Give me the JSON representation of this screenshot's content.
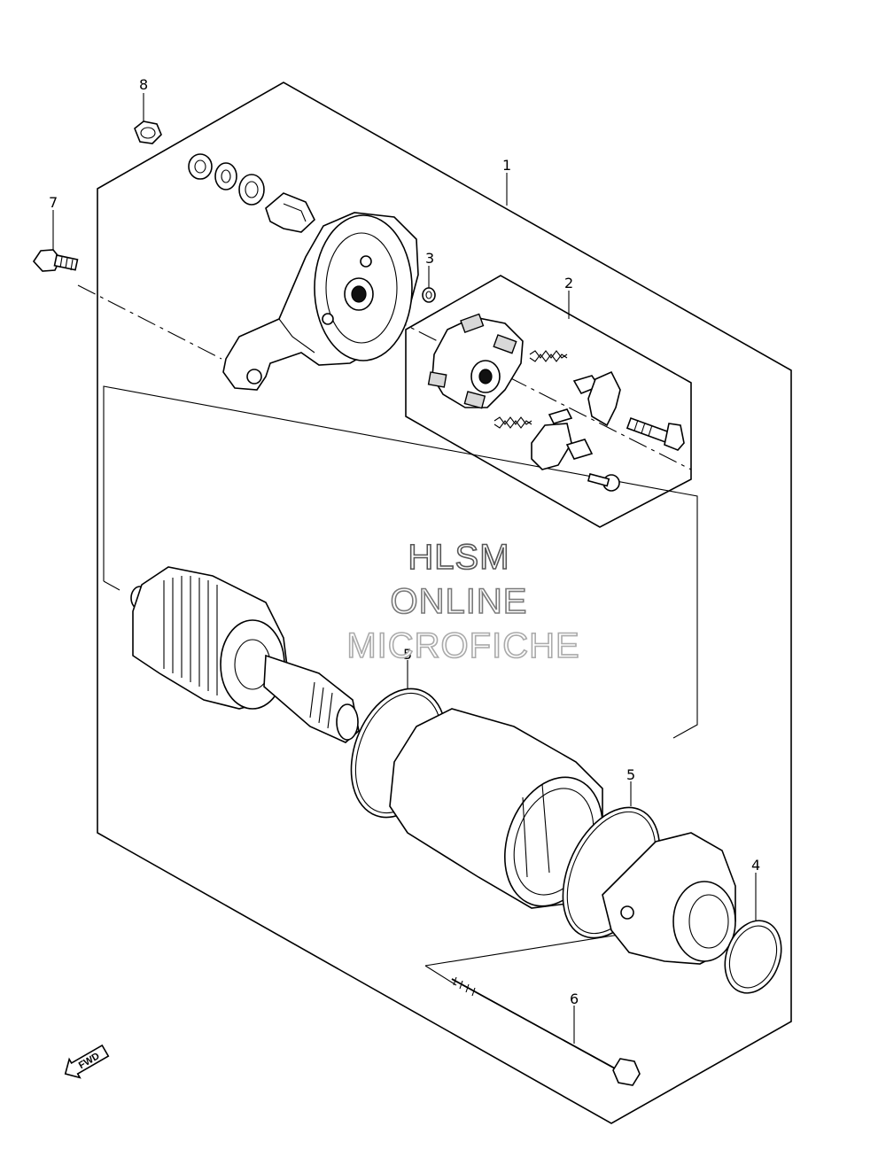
{
  "watermark": {
    "line1": "HLSM",
    "line2": "ONLINE",
    "line3": "MICROFICHE",
    "colors": [
      "#555555",
      "#7a7a7a",
      "#aaaaaa"
    ]
  },
  "callouts": {
    "c1": "1",
    "c2": "2",
    "c3": "3",
    "c4": "4",
    "c5a": "5",
    "c5b": "5",
    "c6": "6",
    "c7": "7",
    "c8": "8"
  },
  "fwd_label": "FWD"
}
